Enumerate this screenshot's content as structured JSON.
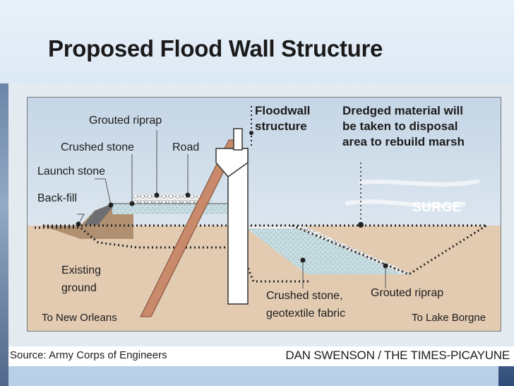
{
  "slide": {
    "title": "Proposed Flood Wall Structure"
  },
  "diagram": {
    "labels": {
      "grouted_riprap_top": "Grouted riprap",
      "crushed_stone_top": "Crushed stone",
      "road": "Road",
      "launch_stone": "Launch stone",
      "back_fill": "Back-fill",
      "existing_ground": "Existing\nground",
      "floodwall": "Floodwall\nstructure",
      "dredged": "Dredged material will\nbe taken to disposal\narea to rebuild marsh",
      "surge": "SURGE",
      "crushed_stone_bottom": "Crushed stone,\ngeotextile fabric",
      "grouted_riprap_bottom": "Grouted riprap",
      "to_new_orleans": "To New Orleans",
      "to_lake_borgne": "To Lake Borgne"
    },
    "colors": {
      "earth": "#e3cbb2",
      "backfill": "#b09070",
      "launch_stone": "#6f6f73",
      "stone_fill": "#c7dce0",
      "wall": "#ffffff",
      "pile": "#c88a6a",
      "sky_top": "#c5d6e6",
      "sky_bottom": "#edf2f6"
    }
  },
  "source": {
    "label": "Source:",
    "name": "Army Corps of Engineers",
    "credit": "DAN SWENSON / THE TIMES-PICAYUNE"
  }
}
